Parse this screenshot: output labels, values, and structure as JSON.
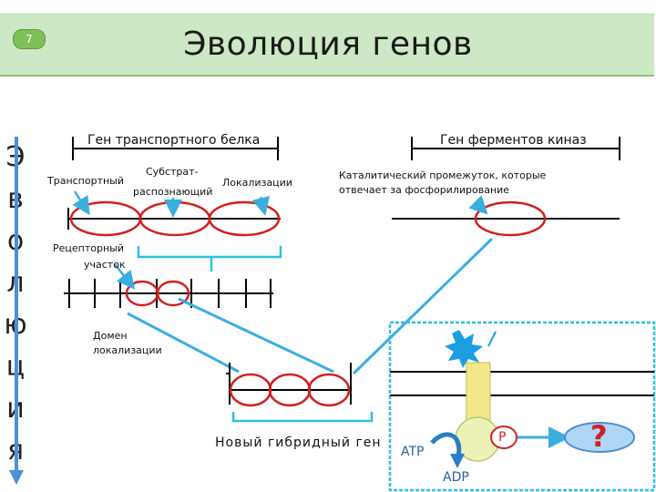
{
  "slide": {
    "number": "7",
    "title": "Эволюция генов",
    "vertical_letters": [
      "Э",
      "в",
      "о",
      "л",
      "ю",
      "ц",
      "и",
      "я"
    ]
  },
  "genes": {
    "transport_title": "Ген транспортного белка",
    "kinase_title": "Ген ферментов киназ",
    "domain_transport": "Транспортный",
    "domain_substrate_line1": "Субстрат-",
    "domain_substrate_line2": "распознающий",
    "domain_localization": "Локализации",
    "catalytic_line1": "Каталитический промежуток, которые",
    "catalytic_line2": "отвечает  за фосфорилирование",
    "receptor_line1": "Рецепторный",
    "receptor_line2": "участок",
    "domain_loc_line1": "Домен",
    "domain_loc_line2": "локализации",
    "hybrid_gene": "Новый гибридный ген"
  },
  "cell_panel": {
    "atp": "ATP",
    "adp": "ADP",
    "phosphate": "P",
    "question": "?"
  }
}
